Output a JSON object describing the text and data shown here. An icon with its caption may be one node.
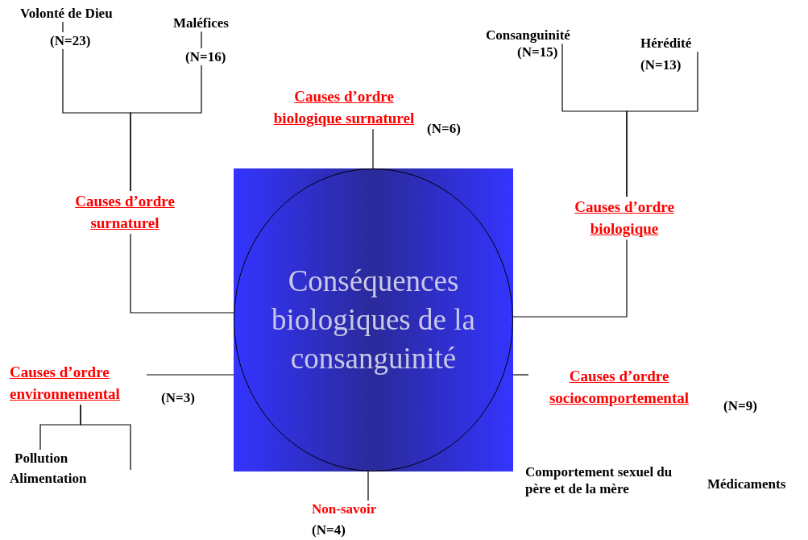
{
  "diagram": {
    "nodes": [
      {
        "text": [
          "Volonté de Dieu"
        ],
        "beside": [
          "(N=23)"
        ]
      },
      {
        "text": [
          "Maléfices"
        ],
        "beside": [
          "(N=16)"
        ]
      },
      {
        "text": [
          "Consanguinité"
        ],
        "beside": [
          "(N=15)"
        ]
      },
      {
        "text": [
          "Hérédité"
        ],
        "beside": [
          "(N=13)"
        ]
      },
      {
        "text": [
          "Causes d’ordre biologique surnaturel"
        ],
        "beside": [
          "(N=6)"
        ]
      },
      {
        "text": [
          "Causes d’ordre surnaturel"
        ]
      },
      {
        "text": [
          "Causes d’ordre biologique"
        ]
      },
      {
        "text": [
          "Conséquences biologiques de la consanguinité"
        ]
      },
      {
        "text": [
          "Causes d’ordre environnemental"
        ],
        "beside": [
          "(N=3)"
        ]
      },
      {
        "text": [
          "Causes d’ordre sociocomportemental"
        ],
        "beside": [
          "(N=9)"
        ]
      },
      {
        "text": [
          "Non-savoir"
        ],
        "beside": [
          "(N=4)"
        ]
      },
      {
        "text": [
          "Pollution"
        ]
      },
      {
        "text": [
          "Alimentation"
        ]
      }
    ],
    "edges": [
      {
        "from": 0,
        "to": 5,
        "arrow": "none"
      },
      {
        "from": 1,
        "to": 5,
        "arrow": "none"
      },
      {
        "from": 2,
        "to": 6,
        "arrow": "none"
      },
      {
        "from": 3,
        "to": 6,
        "arrow": "none"
      },
      {
        "from": 4,
        "to": 7,
        "arrow": "none"
      },
      {
        "from": 5,
        "to": 7,
        "arrow": "none"
      },
      {
        "from": 6,
        "to": 7,
        "arrow": "none"
      },
      {
        "from": 8,
        "to": 7,
        "arrow": "none"
      },
      {
        "from": 9,
        "to": 7,
        "arrow": "none"
      },
      {
        "from": 10,
        "to": 7,
        "arrow": "none"
      },
      {
        "from": 8,
        "to": 11,
        "arrow": "none"
      },
      {
        "from": 8,
        "to": 12,
        "arrow": "none"
      }
    ],
    "labels": [
      "Comportement sexuel du père et de la mère",
      "Médicaments"
    ]
  }
}
